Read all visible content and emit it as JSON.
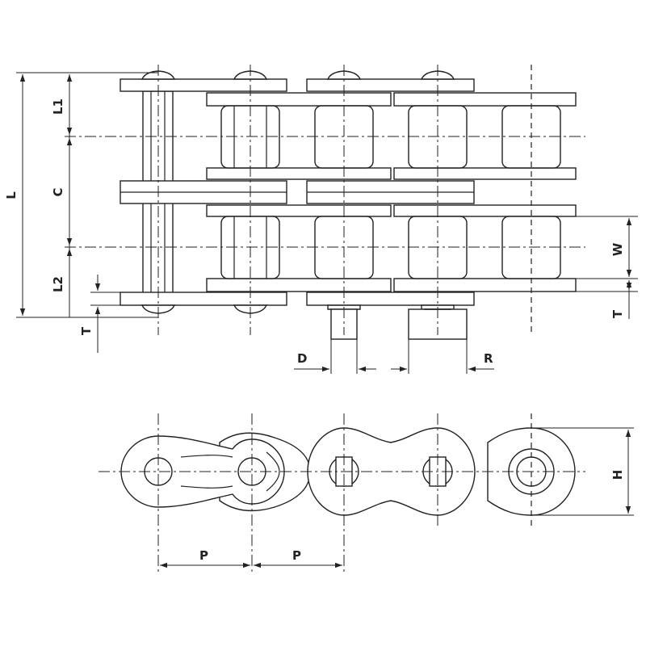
{
  "labels": {
    "L": "L",
    "L1": "L1",
    "C": "C",
    "L2": "L2",
    "T_left": "T",
    "W": "W",
    "T_right": "T",
    "D": "D",
    "R": "R",
    "H": "H",
    "P1": "P",
    "P2": "P"
  }
}
